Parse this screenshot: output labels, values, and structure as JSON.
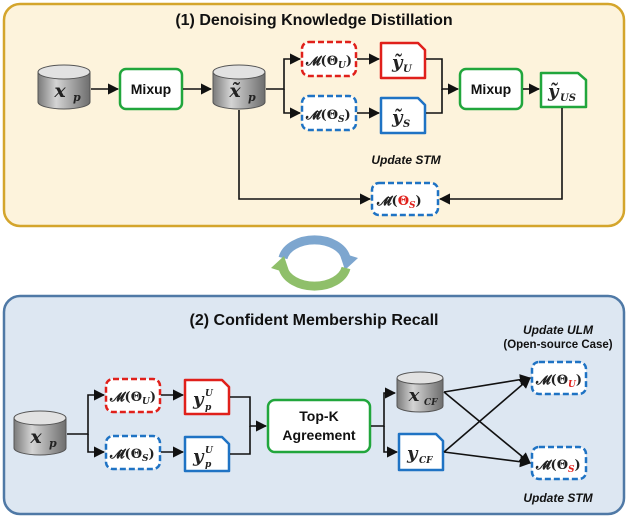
{
  "panel1": {
    "title": "(1) Denoising Knowledge Distillation",
    "input": "x",
    "input_sub": "p",
    "mixup_label": "Mixup",
    "mixed_input": "x̃",
    "mixed_input_sub": "p",
    "teacher_model": "𝓜(Θ",
    "teacher_sub": "U",
    "student_model": "𝓜̃(Θ",
    "student_sub": "S",
    "teacher_out": "ỹ",
    "teacher_out_sub": "U",
    "student_out": "ỹ",
    "student_out_sub": "S",
    "mixup2_label": "Mixup",
    "mixed_out": "ỹ",
    "mixed_out_sub": "US",
    "update_label": "Update STM",
    "updated_model": "𝓜̃(",
    "updated_theta": "Θ",
    "updated_sub": "S",
    "close_paren": ")"
  },
  "panel2": {
    "title": "(2) Confident Membership Recall",
    "input": "x",
    "input_sub": "p",
    "teacher_model": "𝓜(Θ",
    "teacher_sub": "U",
    "student_model": "𝓜̃(Θ",
    "student_sub": "S",
    "teacher_out": "y",
    "teacher_out_sub": "p",
    "teacher_out_sup": "U",
    "student_out": "y",
    "student_out_sub": "p",
    "student_out_sup": "U",
    "agree_line1": "Top-K",
    "agree_line2": "Agreement",
    "cf_x": "x",
    "cf_x_sub": "CF",
    "cf_y": "y",
    "cf_y_sub": "CF",
    "update_ulm": "Update ULM",
    "update_ulm_note": "(Open-source Case)",
    "out_teacher_model": "𝓜(Θ",
    "out_teacher_sub": "U",
    "out_student_model": "𝓜̃(Θ",
    "out_student_sub": "S",
    "update_stm": "Update STM",
    "close_paren": ")"
  },
  "colors": {
    "panel1_fill": "#fdf3dc",
    "panel1_border": "#d4a52c",
    "panel2_fill": "#dde7f2",
    "panel2_border": "#4f79a6",
    "green": "#21a63c",
    "red": "#e0201b",
    "blue": "#1f73c4",
    "cycle_blue": "#7da6cf",
    "cycle_green": "#8fbf6a"
  }
}
